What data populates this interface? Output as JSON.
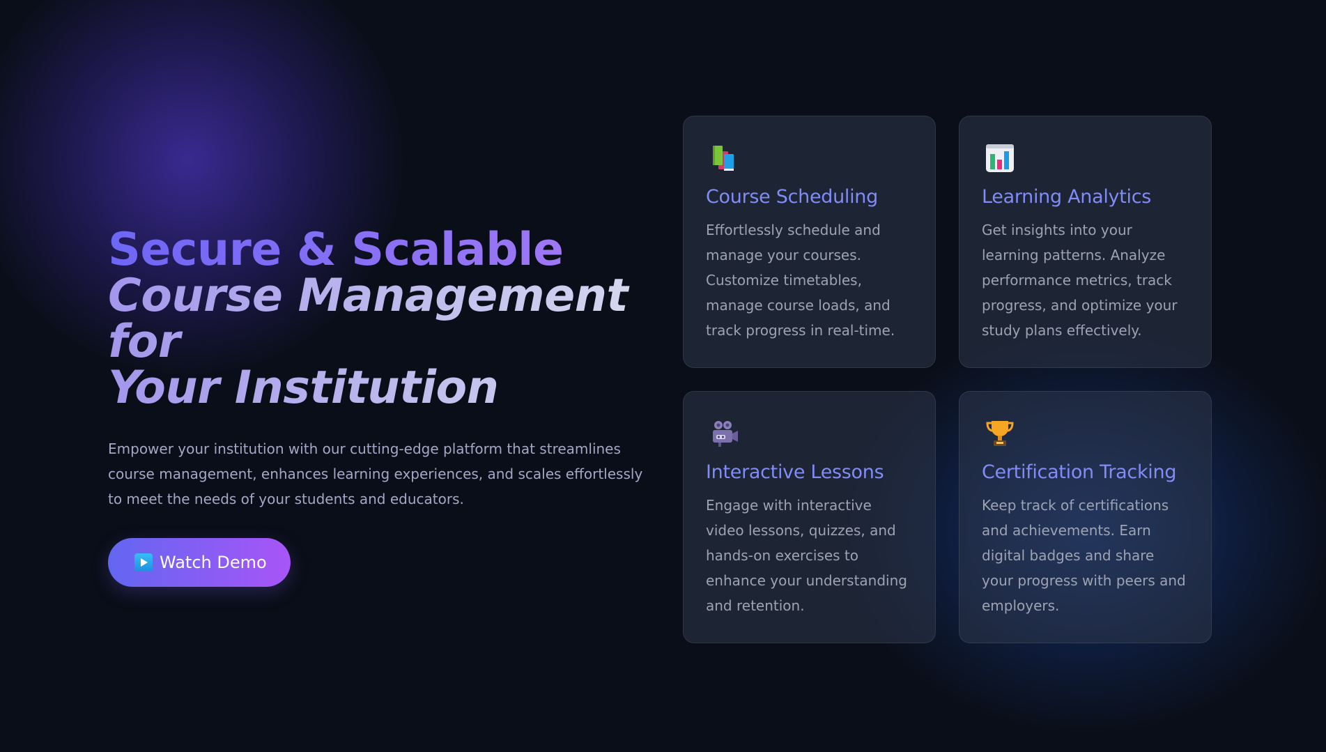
{
  "hero": {
    "headline_line1": "Secure & Scalable",
    "headline_line2": "Course Management for",
    "headline_line3": "Your Institution",
    "description": "Empower your institution with our cutting-edge platform that streamlines course management, enhances learning experiences, and scales effortlessly to meet the needs of your students and educators.",
    "cta_label": "Watch Demo",
    "cta_icon": "play-icon"
  },
  "features": [
    {
      "icon": "books-icon",
      "title": "Course Scheduling",
      "description": "Effortlessly schedule and manage your courses. Customize timetables, manage course loads, and track progress in real-time."
    },
    {
      "icon": "bar-chart-icon",
      "title": "Learning Analytics",
      "description": "Get insights into your learning patterns. Analyze performance metrics, track progress, and optimize your study plans effectively."
    },
    {
      "icon": "video-camera-icon",
      "title": "Interactive Lessons",
      "description": "Engage with interactive video lessons, quizzes, and hands-on exercises to enhance your understanding and retention."
    },
    {
      "icon": "trophy-icon",
      "title": "Certification Tracking",
      "description": "Keep track of certifications and achievements. Earn digital badges and share your progress with peers and employers."
    }
  ],
  "colors": {
    "background": "#0a0e18",
    "accent": "#818cf8",
    "button_start": "#6366f1",
    "button_end": "#a855f7"
  }
}
